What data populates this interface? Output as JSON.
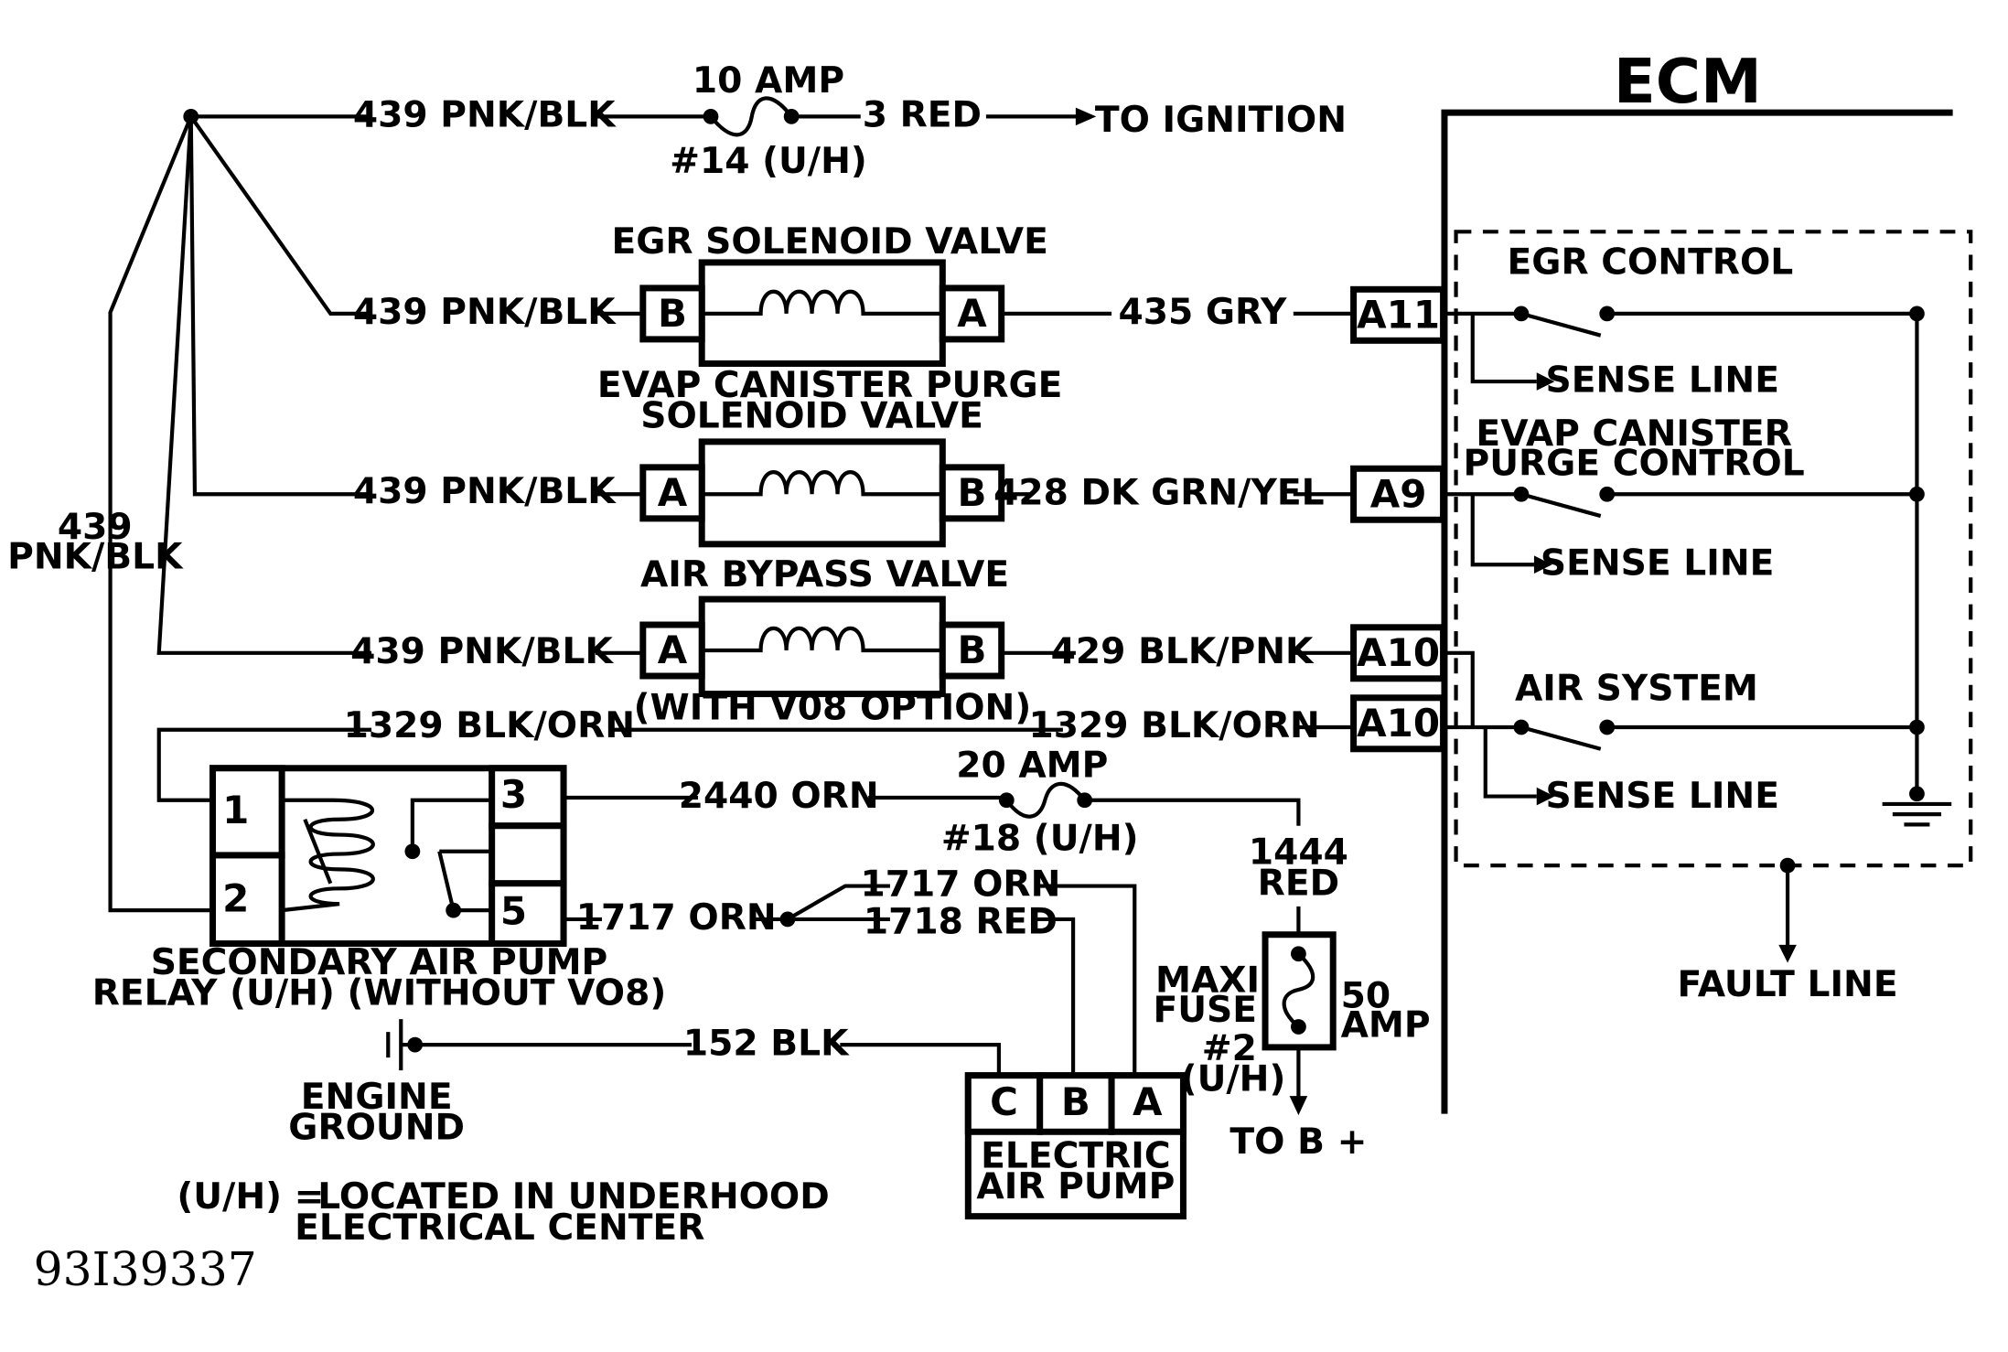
{
  "ecm": {
    "title": "ECM",
    "egr_control": "EGR CONTROL",
    "evap_control_1": "EVAP CANISTER",
    "evap_control_2": "PURGE CONTROL",
    "air_system": "AIR SYSTEM",
    "sense_line": "SENSE LINE",
    "fault_line": "FAULT LINE",
    "pins": {
      "a11": "A11",
      "a9": "A9",
      "a10_top": "A10",
      "a10_bottom": "A10"
    }
  },
  "wires": {
    "w439": "439 PNK/BLK",
    "w439_vertical_1": "439",
    "w439_vertical_2": "PNK/BLK",
    "w3": "3 RED",
    "to_ignition": "TO IGNITION",
    "w435": "435 GRY",
    "w428": "428 DK GRN/YEL",
    "w429": "429 BLK/PNK",
    "w1329": "1329 BLK/ORN",
    "w2440": "2440 ORN",
    "w1717": "1717 ORN",
    "w1718": "1718 RED",
    "w152": "152 BLK",
    "w1444_1": "1444",
    "w1444_2": "RED",
    "to_bplus": "TO B +"
  },
  "fuses": {
    "f10_amp": "10 AMP",
    "f10_loc": "#14 (U/H)",
    "f20_amp": "20 AMP",
    "f20_loc": "#18 (U/H)",
    "maxi_1": "MAXI",
    "maxi_2": "FUSE",
    "maxi_amp_1": "50",
    "maxi_amp_2": "AMP",
    "maxi_loc_1": "#2",
    "maxi_loc_2": "(U/H)"
  },
  "components": {
    "egr_title": "EGR SOLENOID VALVE",
    "evap_title_1": "EVAP CANISTER PURGE",
    "evap_title_2": "SOLENOID VALVE",
    "air_bypass_title": "AIR BYPASS VALVE",
    "air_bypass_option": "(WITH V08 OPTION)",
    "relay_title_1": "SECONDARY AIR PUMP",
    "relay_title_2": "RELAY (U/H) (WITHOUT VO8)",
    "engine_ground_1": "ENGINE",
    "engine_ground_2": "GROUND",
    "pump_title_1": "ELECTRIC",
    "pump_title_2": "AIR PUMP",
    "pin_a": "A",
    "pin_b": "B",
    "pin_c": "C",
    "pin_1": "1",
    "pin_2": "2",
    "pin_3": "3",
    "pin_5": "5"
  },
  "legend": {
    "abbr": "(U/H)  =",
    "desc_1": "LOCATED IN UNDERHOOD",
    "desc_2": "ELECTRICAL CENTER"
  },
  "figure_id": "93I39337"
}
